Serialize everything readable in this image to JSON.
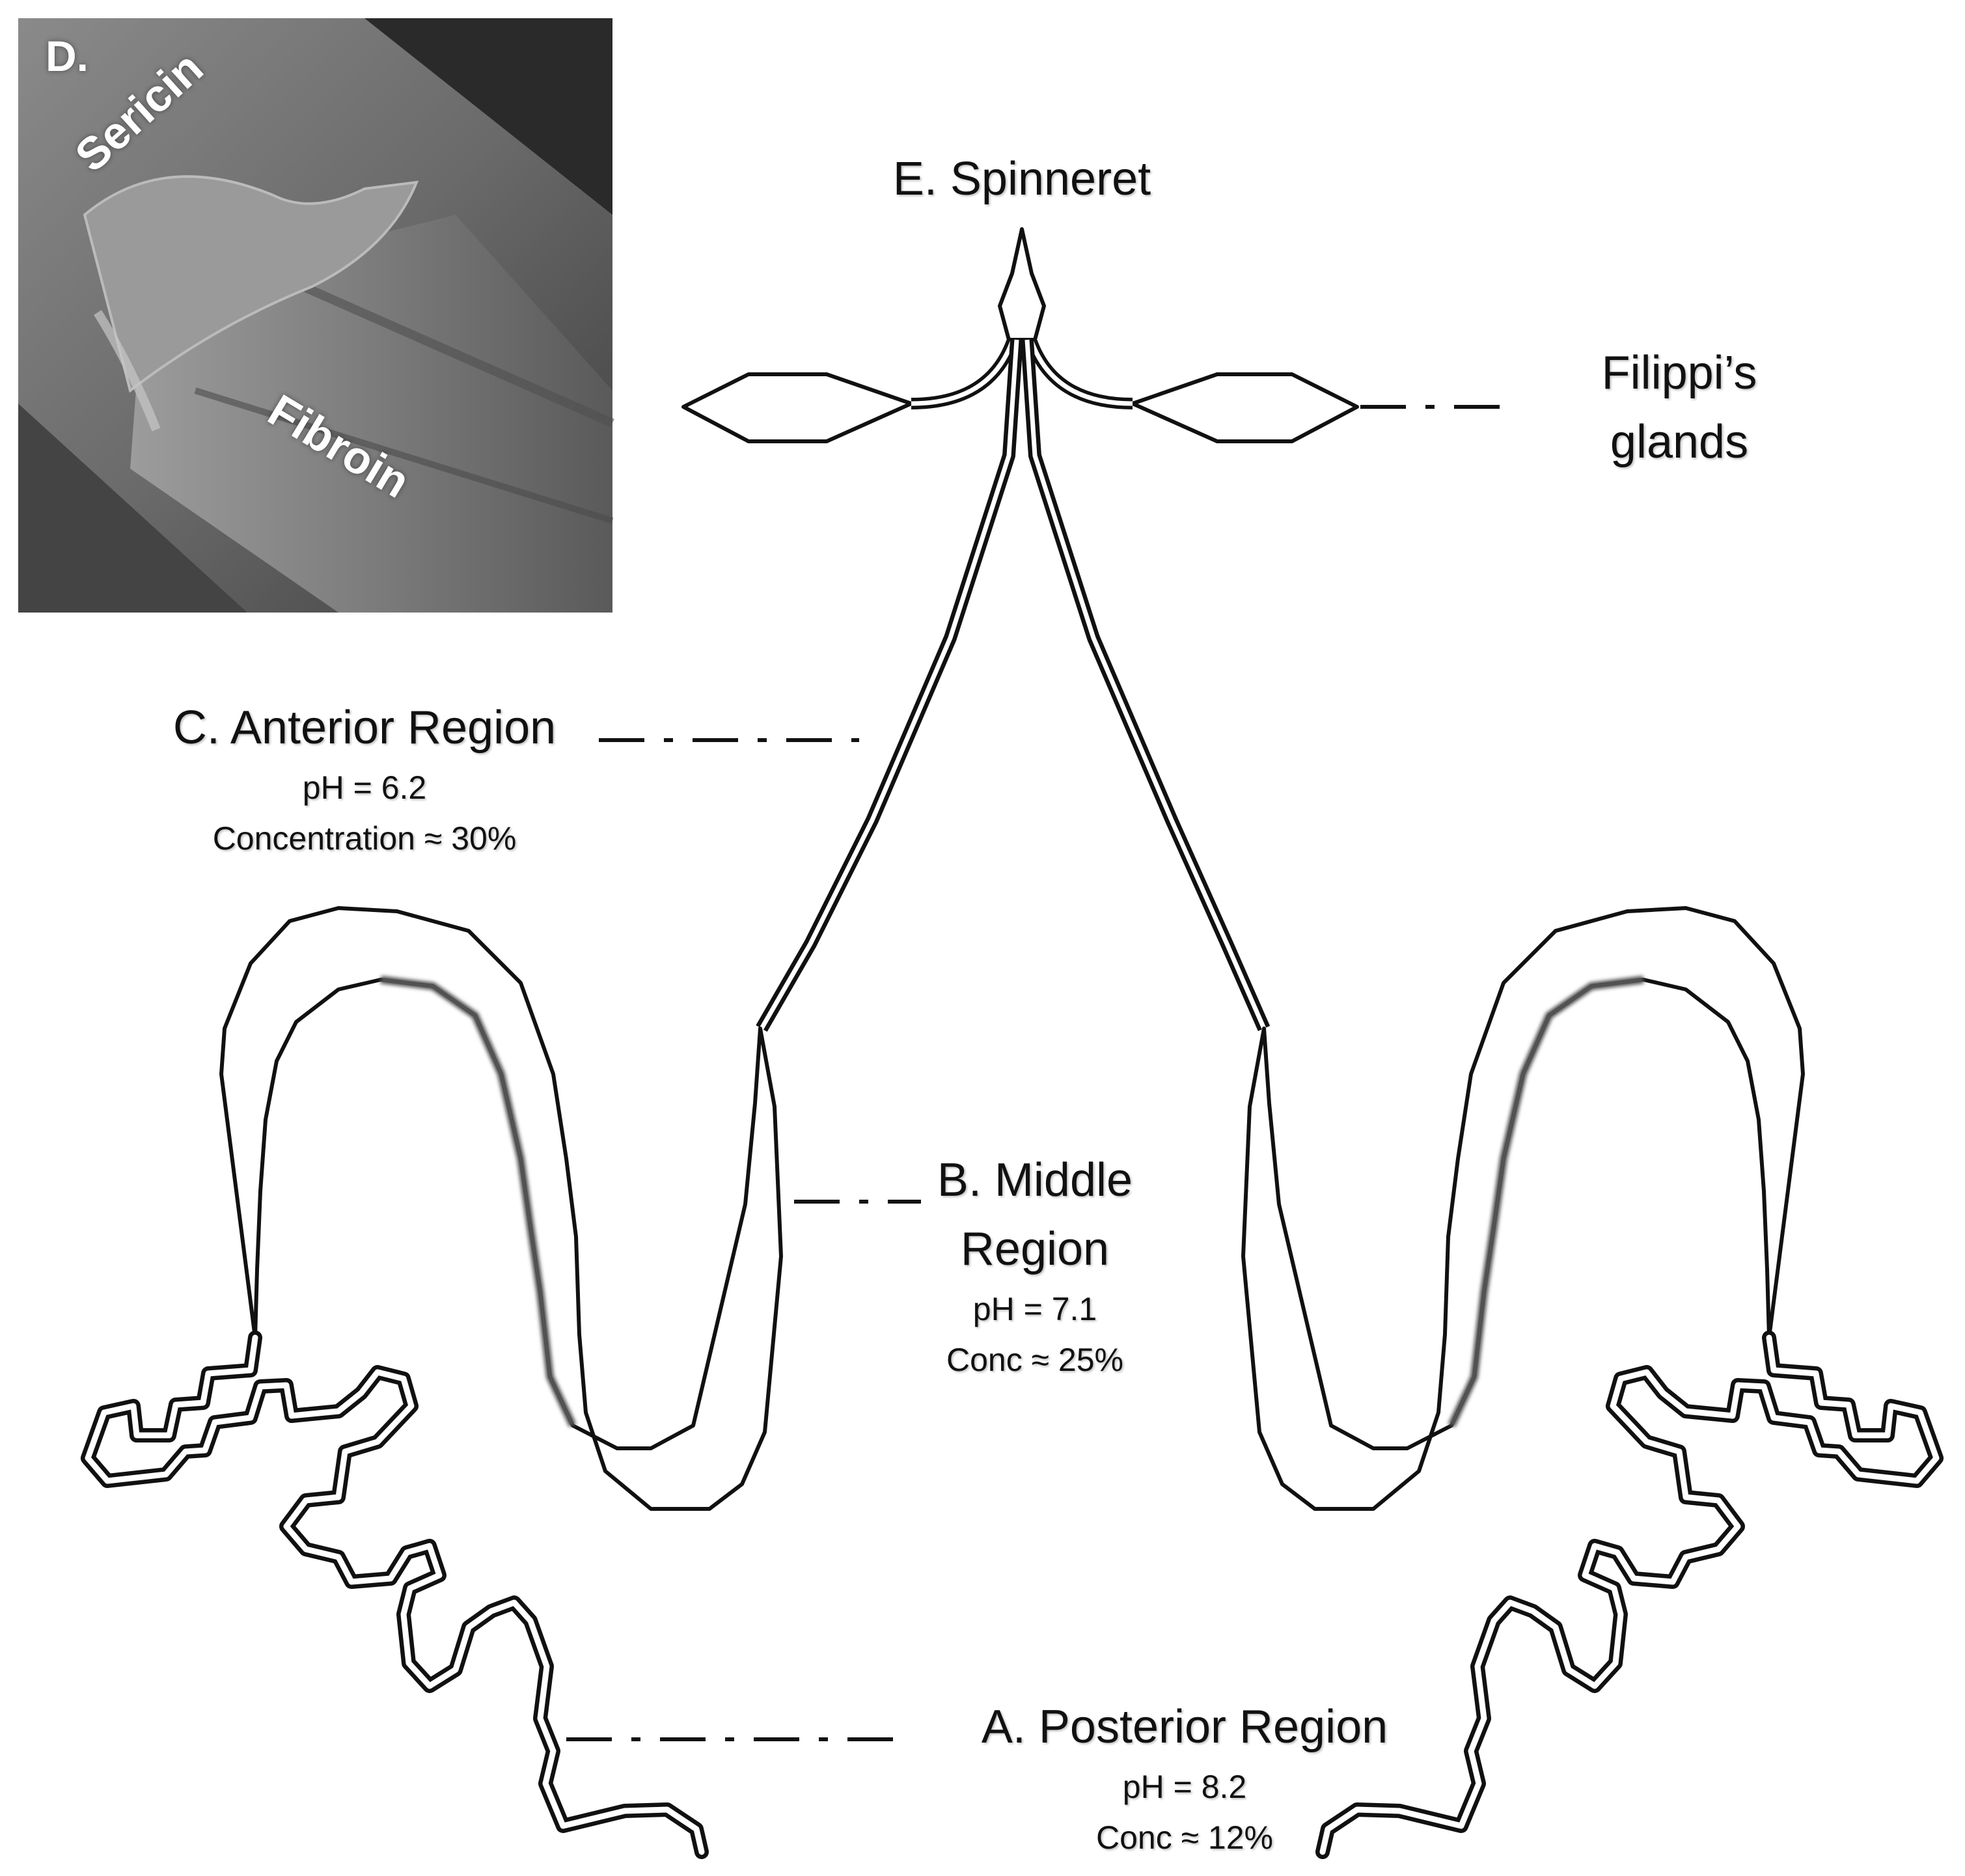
{
  "photo": {
    "panel_label": "D.",
    "sericin_label": "Sericin",
    "fibroin_label": "Fibroin"
  },
  "spinneret": {
    "label": "E. Spinneret"
  },
  "filippi": {
    "line1": "Filippi’s",
    "line2": "glands"
  },
  "anterior": {
    "title": "C. Anterior Region",
    "ph": "pH = 6.2",
    "conc": "Concentration ≈ 30%"
  },
  "middle": {
    "line1": "B. Middle",
    "line2": "Region",
    "ph": "pH = 7.1",
    "conc": "Conc ≈ 25%"
  },
  "posterior": {
    "title": "A. Posterior Region",
    "ph": "pH = 8.2",
    "conc": "Conc ≈ 12%"
  }
}
